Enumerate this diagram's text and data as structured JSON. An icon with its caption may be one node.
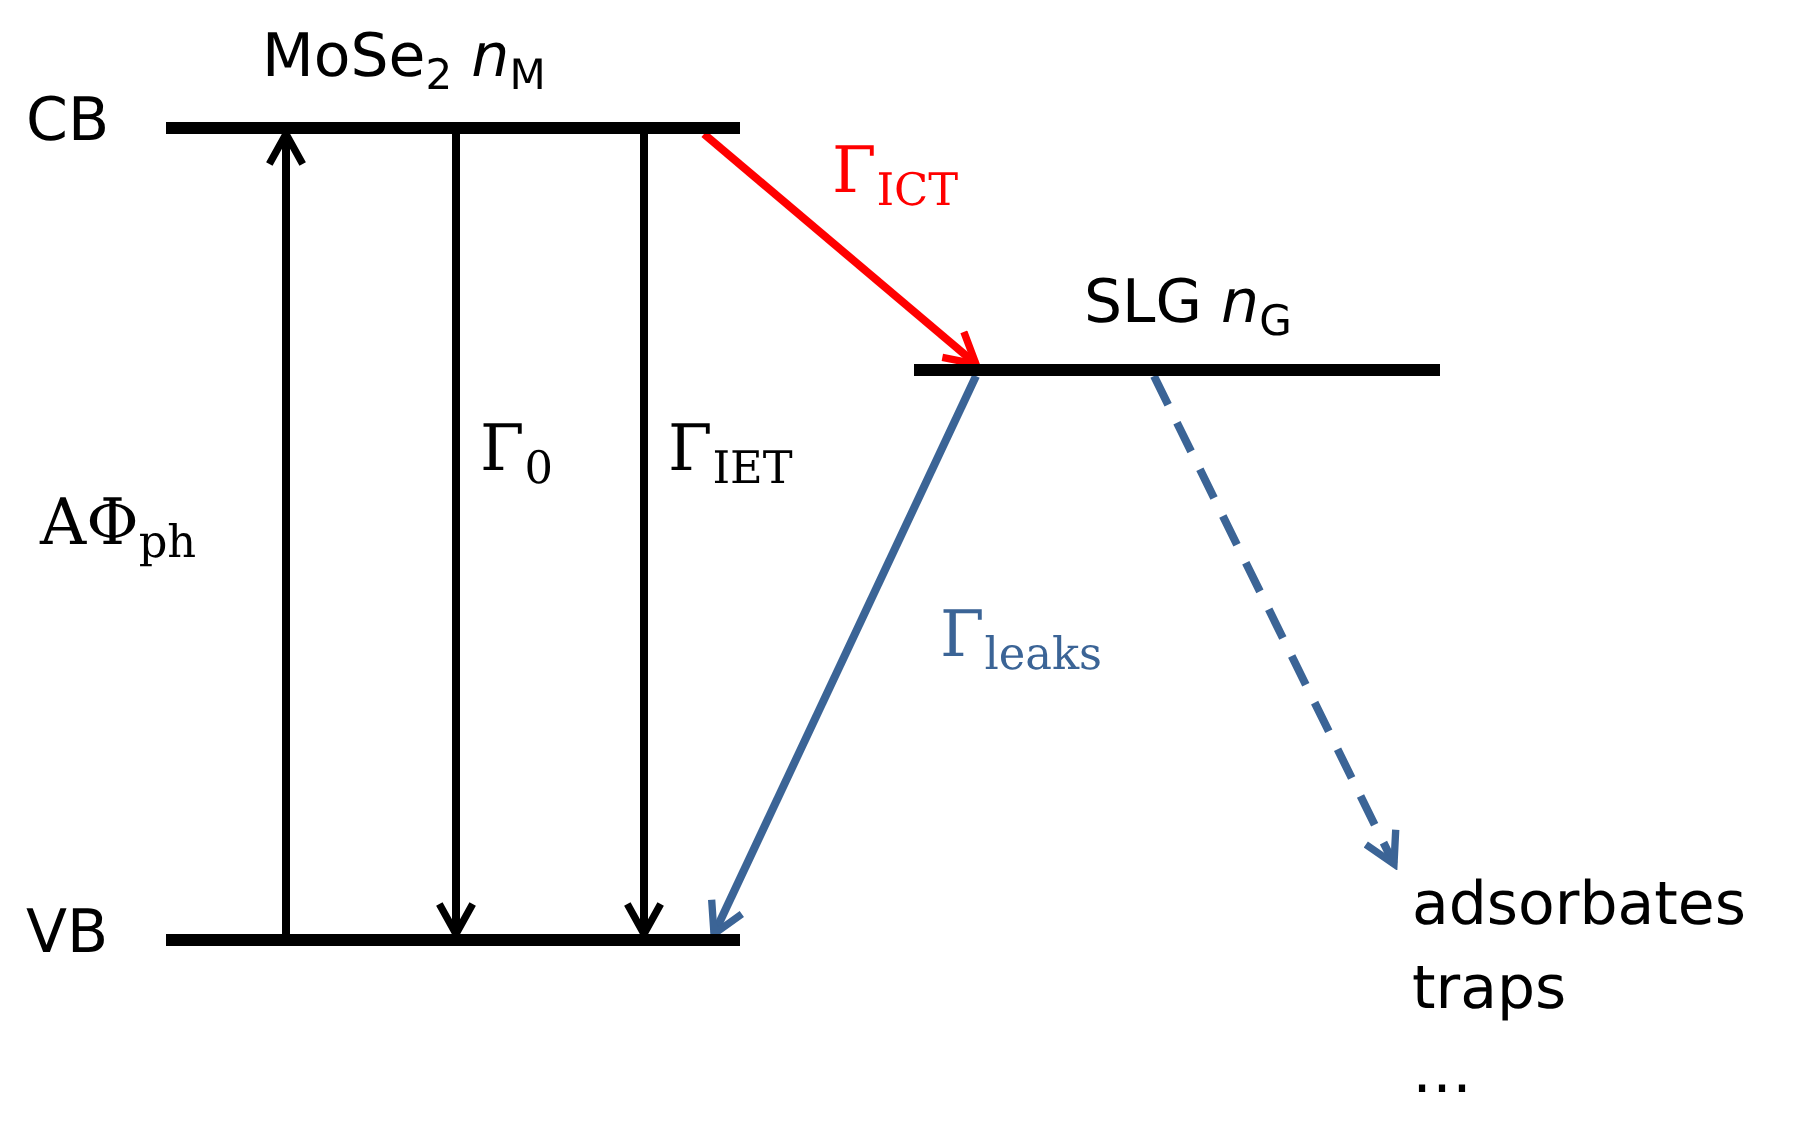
{
  "diagram": {
    "nodes": [
      {
        "text": [
          "MoSe$_{2}$ *n*$_{M}$"
        ],
        "beside": [
          "CB"
        ]
      },
      {
        "text": [],
        "shape": "bar",
        "beside": [
          "VB"
        ]
      },
      {
        "text": [
          "SLG *n*$_{G}$"
        ]
      },
      {
        "text": [
          "adsorbates",
          "traps",
          "…"
        ]
      }
    ],
    "edges": [
      {
        "from": 1,
        "to": 0,
        "arrow": "to",
        "label": "AΦ$_{ph}$"
      },
      {
        "from": 0,
        "to": 1,
        "arrow": "to",
        "label": "Γ$_{0}$"
      },
      {
        "from": 0,
        "to": 1,
        "arrow": "to",
        "label": "Γ$_{IET}$"
      },
      {
        "from": 0,
        "to": 2,
        "arrow": "to",
        "label": "Γ$_{ICT}$",
        "color": "#ff0000"
      },
      {
        "from": 2,
        "to": 1,
        "arrow": "to",
        "label": "Γ$_{leaks}$",
        "color": "#3b6496"
      },
      {
        "from": 2,
        "to": 3,
        "arrow": "to",
        "style": "dashed",
        "color": "#3b6496"
      }
    ]
  }
}
